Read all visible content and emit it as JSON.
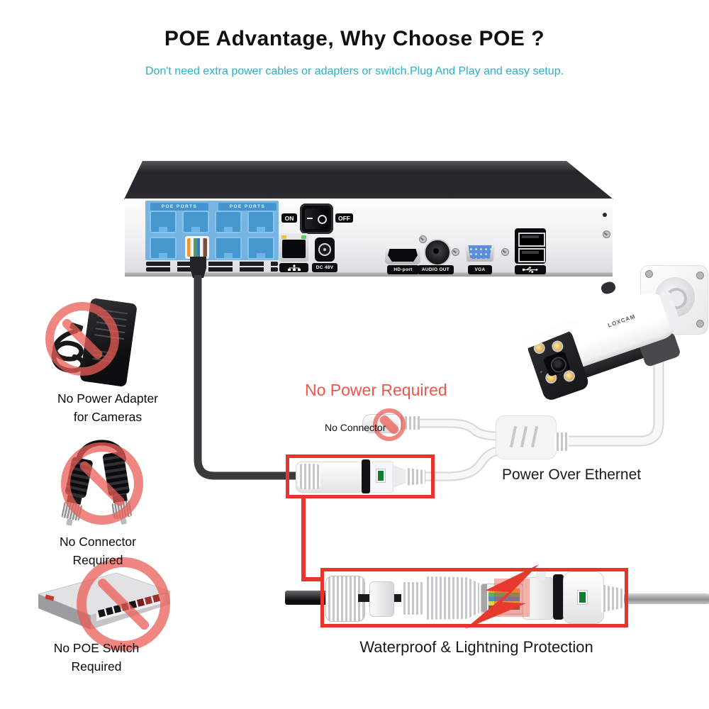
{
  "header": {
    "title": "POE Advantage, Why Choose POE ?",
    "subtitle": "Don't need extra power cables or adapters or switch.Plug And Play and easy setup."
  },
  "nvr": {
    "poe_ports_label": "POE PORTS",
    "on_label": "ON",
    "off_label": "OFF",
    "dc_label": "DC 48V",
    "hdmi_label": "HD-port",
    "audio_label": "AUDIO OUT",
    "vga_label": "VGA"
  },
  "camera": {
    "brand": "LOXCAM"
  },
  "callouts": {
    "no_power_adapter_line1": "No Power Adapter",
    "no_power_adapter_line2": "for Cameras",
    "no_power_required": "No Power Required",
    "no_connector_small": "No Connector",
    "no_connector_line1": "No Connector",
    "no_connector_line2": "Required",
    "power_over_ethernet": "Power Over Ethernet",
    "no_poe_switch_line1": "No POE Switch",
    "no_poe_switch_line2": "Required",
    "waterproof": "Waterproof & Lightning Protection"
  },
  "colors": {
    "subtitle_cyan": "#2bb1c6",
    "callout_red": "#f2544b",
    "frame_red": "#e8342c",
    "poe_highlight_blue": "#5ca6de",
    "vga_blue": "#5b8dd8",
    "led_green": "#117a33",
    "camera_led_warm": "#d9a93f"
  }
}
